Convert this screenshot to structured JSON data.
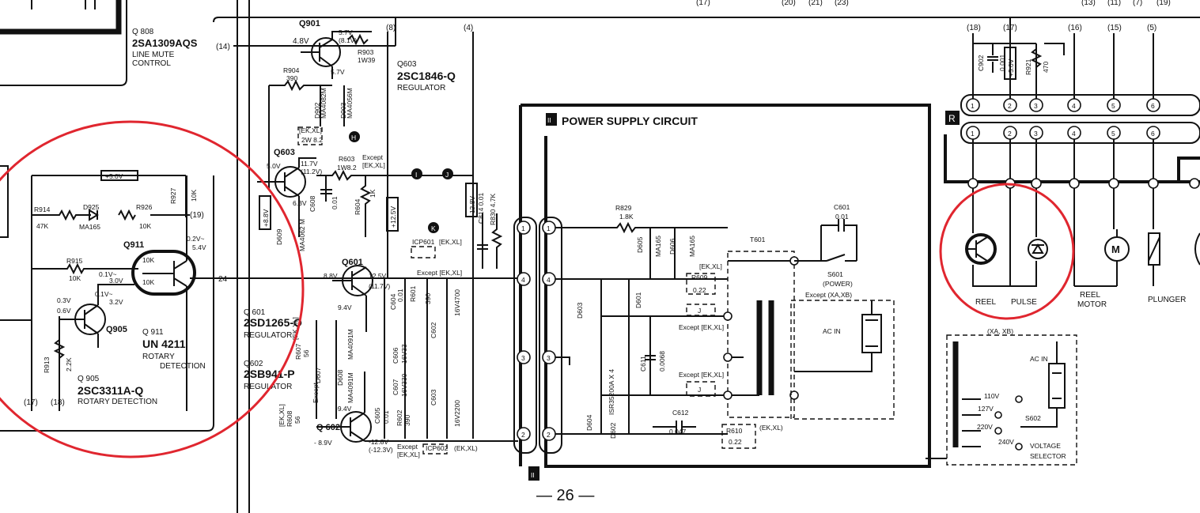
{
  "page": {
    "number": "— 26 —"
  },
  "sections": {
    "power_supply_title": "POWER SUPPLY CIRCUIT",
    "power_supply_marker": "II",
    "bottom_marker": "II",
    "connector_R": "R"
  },
  "top_pins": [
    "(17)",
    "(20)",
    "(21)",
    "(23)",
    "(13)",
    "(11)",
    "(7)",
    "(19)"
  ],
  "pins": {
    "p8": "(8)",
    "p4": "(4)",
    "p14": "(14)",
    "p24": "24",
    "p19": "(19)",
    "p17": "(17)",
    "p18": "(18)",
    "r18": "(18)",
    "r17": "(17)",
    "r16": "(16)",
    "r15": "(15)",
    "r5": "(5)"
  },
  "transistors": {
    "q808_ref": "Q 808",
    "q808_part": "2SA1309AQS",
    "q808_desc1": "LINE  MUTE",
    "q808_desc2": "CONTROL",
    "q901": "Q901",
    "q901_v1": "4.8V",
    "q901_v2": "5.7V",
    "q901_v3": "(8.1V)",
    "q901_v4": "5.7V",
    "q603_ref": "Q603",
    "q603_part": "2SC1846-Q",
    "q603_desc": "REGULATOR",
    "q603_label": "Q603",
    "q603_v1": "5.0V",
    "q603_v2": "11.7V",
    "q603_v3": "(11.2V)",
    "q603_v4": "6.3V",
    "q601_label": "Q601",
    "q601_v1": "8.8V",
    "q601_v2": "12.5V",
    "q601_v3": "(11.7V)",
    "q601_v4": "9.4V",
    "q601_ref": "Q 601",
    "q601_part": "2SD1265-O",
    "q601_desc": "REGULATOR",
    "q602_ref": "Q602",
    "q602_part": "2SB941-P",
    "q602_desc": "REGULATOR",
    "q602_label": "Q 602",
    "q602_v1": "-9.4V",
    "q602_v2": "- 8.9V",
    "q602_v3": "-12.8V",
    "q602_v4": "(-12.3V)",
    "q911_label": "Q911",
    "q911_ref": "Q 911",
    "q911_part": "UN 4211",
    "q911_desc1": "ROTARY",
    "q911_desc2": "DETECTION",
    "q911_v1": "0.2V~",
    "q911_v2": "5.4V",
    "q911_v3": "0.1V~",
    "q911_v4": "3.0V",
    "q911_v5": "0.1V~",
    "q911_v6": "3.2V",
    "q911_r1": "10K",
    "q911_r2": "10K",
    "q905_label": "Q905",
    "q905_ref": "Q 905",
    "q905_part": "2SC3311A-Q",
    "q905_desc": "ROTARY DETECTION",
    "q905_v1": "0.3V",
    "q905_v2": "0.6V"
  },
  "components": {
    "r903": "R903",
    "r903v": "1W39",
    "r904": "R904",
    "r904v": "390",
    "d902": "D902",
    "d902p": "MA4082M",
    "d903": "D903",
    "d903p": "MA4056M",
    "r603": "R603",
    "r603v": "1W8.2",
    "r603b": "2W 8.2",
    "r603_exc": "[EK,XL]",
    "r603_exc2": "Except",
    "r603_exc3": "[EK,XL]",
    "c608": "C608",
    "c608v": "0.01",
    "r604": "R604",
    "r604v": "1K",
    "d609": "D609",
    "d609p": "MA4062 M",
    "plus8v": "+8.8V",
    "plus12v": "+12.5V",
    "minus12v": "-12.8V",
    "c814": "C814 0.01",
    "r830": "R830 4.7K",
    "icp601": "ICP601",
    "icp601_note": "[EK,XL]",
    "icp601_exc": "Except [EK,XL]",
    "c604": "C604",
    "c604v": "0.01",
    "r601": "R601",
    "r601v": "390",
    "c602": "C602",
    "c602v": "16V4700",
    "c606": "C606",
    "c606v": "16V33",
    "c607": "C607",
    "c607v": "16V330",
    "c603": "C603",
    "c603v": "16V2200",
    "c605": "C605",
    "c605v": "0.01",
    "r602": "R602",
    "r602v": "390",
    "icp602": "ICP602",
    "icp602_note": "(EK,XL)",
    "icp602_exc1": "Except",
    "icp602_exc2": "[EK,XL]",
    "d607": "D607",
    "d607p": "MA4091M",
    "d608": "D608",
    "d608p": "MA4091M",
    "r607": "R607",
    "r607v": "56",
    "d606b": "D606",
    "r608": "R608",
    "r608v": "56",
    "exc_ekxl_a": "Except [EK,XL]",
    "exc_ekxl_b": "[EK,XL]",
    "exc_ekxl_c": "Except",
    "exc_ekxl_d": "[EK,XL]",
    "plus5v": "+5.0V",
    "r914": "R914",
    "r914v": "47K",
    "d925": "D925",
    "d925p": "MA165",
    "r926": "R926",
    "r926v": "10K",
    "r927": "R927",
    "r927v": "10K",
    "r915": "R915",
    "r915v": "10K",
    "r913": "R913",
    "r913v": "2.2K",
    "r829": "R829",
    "r829v": "1.8K",
    "d605": "D605",
    "d605p": "MA165",
    "d606": "D606",
    "d606p": "MA165",
    "c601": "C601",
    "c601v": "0.01",
    "r609": "R609",
    "r609v": "0.22",
    "r609_note": "[EK,XL]",
    "t601": "T601",
    "s601": "S601",
    "s601v": "(POWER)",
    "s601_exc": "Except (XA,XB)",
    "acin1": "AC IN",
    "j1": "J",
    "j2": "J",
    "exc_j1": "Except [EK,XL]",
    "exc_j2": "Except [EK,XL]",
    "d603": "D603",
    "d601": "D601",
    "d604": "D604",
    "d602": "D602",
    "bridge": "ISR35200A X 4",
    "c611": "C611",
    "c611v": "0.0068",
    "c612": "C612",
    "c612v": "0.047",
    "r610": "R610",
    "r610v": "0.22",
    "r610_note": "(EK,XL)",
    "c902": "C902",
    "c902v": "0.001",
    "plus5v_r": "+5.0V",
    "r921": "R921",
    "r921v": "470",
    "xaxb": "(XA, XB)",
    "acin2": "AC IN",
    "v110": "110V",
    "v127": "127V",
    "v220": "220V",
    "v240": "240V",
    "s602": "S602",
    "s602_desc1": "VOLTAGE",
    "s602_desc2": "SELECTOR"
  },
  "connectors": {
    "left_numbers": [
      "1",
      "4",
      "3",
      "2"
    ],
    "r_numbers": [
      "1",
      "2",
      "3",
      "4",
      "5",
      "6"
    ]
  },
  "devices": {
    "reel": "REEL",
    "pulse": "PULSE",
    "reel_motor_1": "REEL",
    "reel_motor_2": "MOTOR",
    "motor_letter": "M",
    "plunger": "PLUNGER"
  },
  "test_points": [
    "H",
    "I",
    "J",
    "K"
  ],
  "colors": {
    "ink": "#111111",
    "highlight": "#e0262f",
    "paper": "#ffffff"
  }
}
